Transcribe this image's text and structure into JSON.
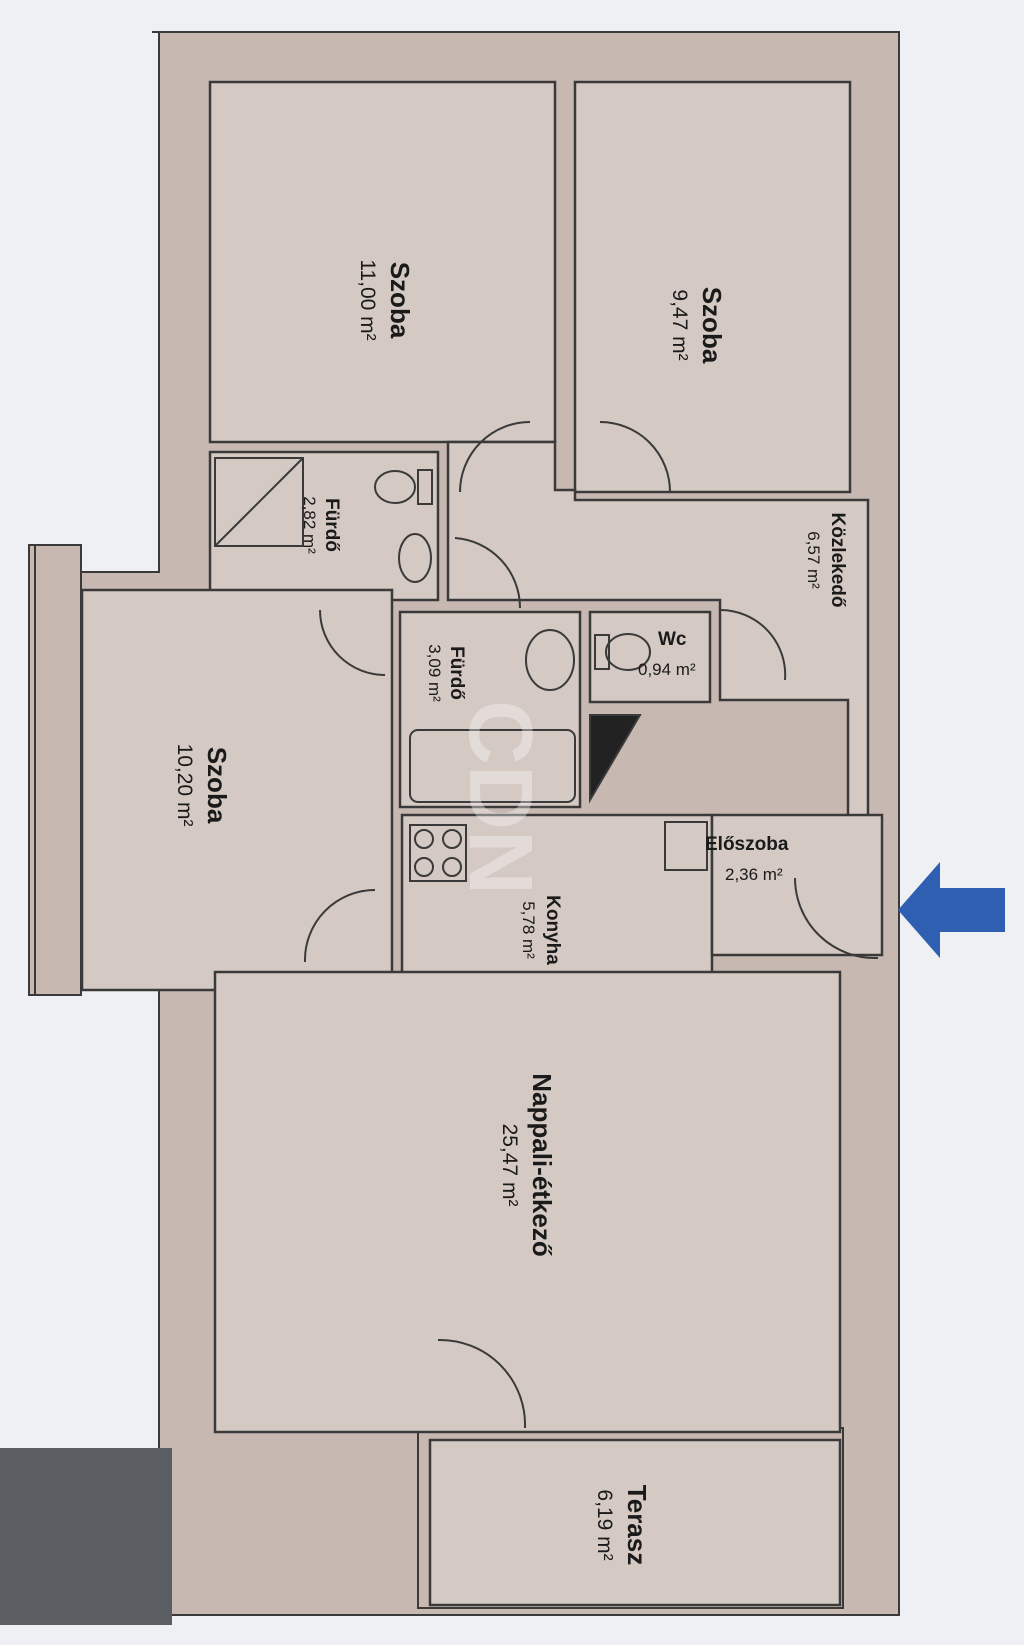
{
  "plan": {
    "colors": {
      "background": "#eef0f3",
      "floor": "#d4c9c3",
      "wall": "#c7b9b2",
      "line": "#3a3a3a",
      "arrow": "#2f5fb0",
      "corner_block": "#5a5d61"
    },
    "rooms": {
      "szoba1": {
        "name": "Szoba",
        "area": "11,00 m²"
      },
      "szoba2": {
        "name": "Szoba",
        "area": "9,47 m²"
      },
      "szoba3": {
        "name": "Szoba",
        "area": "10,20 m²"
      },
      "furdo1": {
        "name": "Fürdő",
        "area": "2,82 m²"
      },
      "furdo2": {
        "name": "Fürdő",
        "area": "3,09 m²"
      },
      "wc": {
        "name": "Wc",
        "area": "0,94 m²"
      },
      "kozlekedo": {
        "name": "Közlekedő",
        "area": "6,57 m²"
      },
      "eloszoba": {
        "name": "Előszoba",
        "area": "2,36 m²"
      },
      "konyha": {
        "name": "Konyha",
        "area": "5,78 m²"
      },
      "nappali": {
        "name": "Nappali-étkező",
        "area": "25,47 m²"
      },
      "terasz": {
        "name": "Terasz",
        "area": "6,19 m²"
      }
    },
    "entrance_arrow_icon": "arrow-left-icon"
  }
}
